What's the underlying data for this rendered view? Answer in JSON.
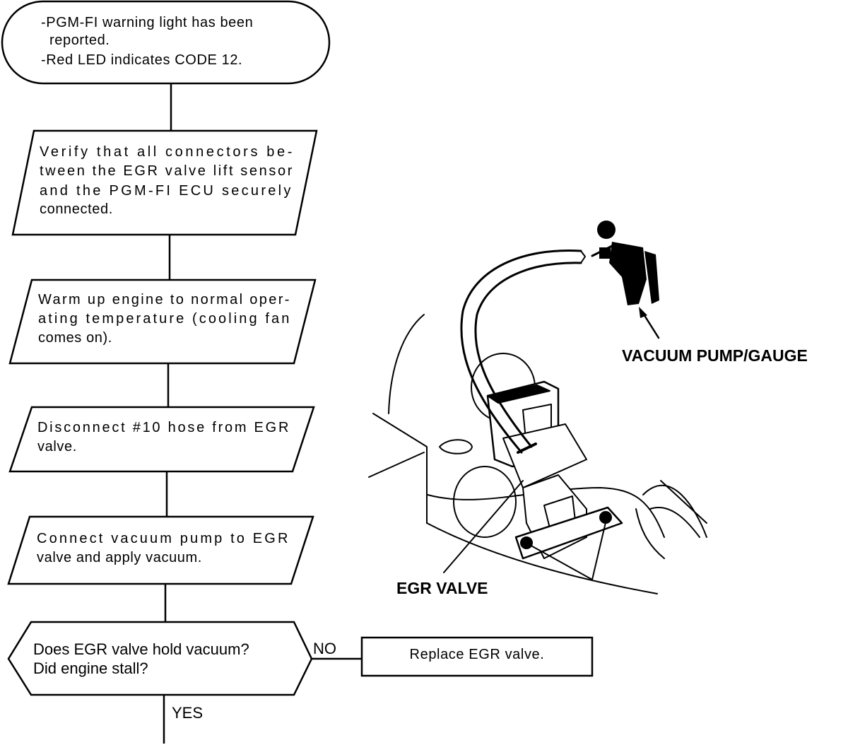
{
  "flowchart": {
    "start": {
      "lines": [
        "-PGM-FI warning light has been",
        "reported.",
        "-Red LED indicates CODE 12."
      ]
    },
    "step1": {
      "lines": [
        "Verify that all connectors be-",
        "tween the EGR valve lift sensor",
        "and the PGM-FI ECU securely",
        "connected."
      ]
    },
    "step2": {
      "lines": [
        "Warm up engine to normal oper-",
        "ating temperature (cooling fan",
        "comes on)."
      ]
    },
    "step3": {
      "lines": [
        "Disconnect #10 hose from EGR",
        "valve."
      ]
    },
    "step4": {
      "lines": [
        "Connect vacuum pump to EGR",
        "valve and apply vacuum."
      ]
    },
    "decision": {
      "lines": [
        "Does EGR valve hold vacuum?",
        "Did engine stall?"
      ],
      "no_label": "NO",
      "yes_label": "YES"
    },
    "no_action": {
      "label": "Replace EGR valve."
    }
  },
  "illustration": {
    "vacuum_pump_label": "VACUUM PUMP/GAUGE",
    "egr_valve_label": "EGR VALVE"
  }
}
